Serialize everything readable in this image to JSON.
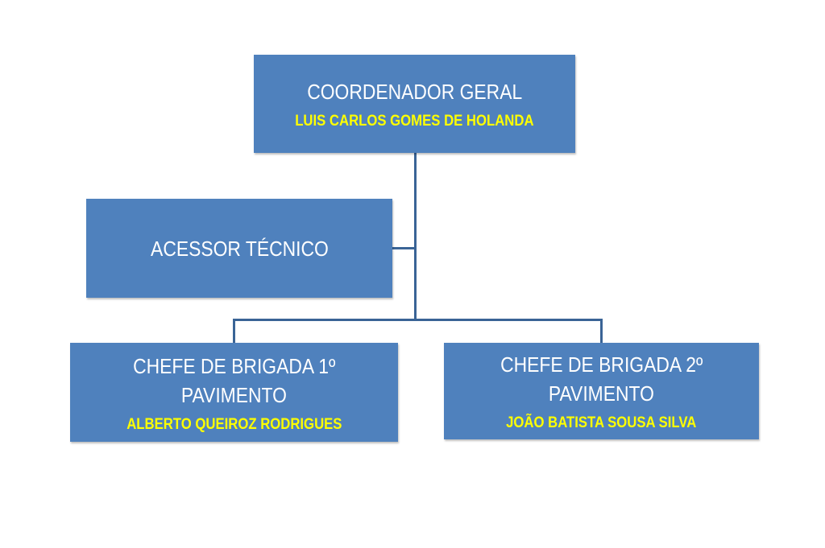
{
  "colors": {
    "box": "#4f81bd",
    "title_text": "#ffffff",
    "name_text": "#ffff00",
    "connector": "#3a6496"
  },
  "nodes": {
    "coordinator": {
      "title": "COORDENADOR GERAL",
      "name": "LUIS CARLOS GOMES  DE HOLANDA"
    },
    "assessor": {
      "title": "ACESSOR TÉCNICO"
    },
    "chief1": {
      "title_line1": "CHEFE DE BRIGADA 1º",
      "title_line2": "PAVIMENTO",
      "name": "ALBERTO QUEIROZ RODRIGUES"
    },
    "chief2": {
      "title_line1": "CHEFE DE BRIGADA 2º",
      "title_line2": "PAVIMENTO",
      "name": "JOÃO BATISTA SOUSA SILVA"
    }
  }
}
